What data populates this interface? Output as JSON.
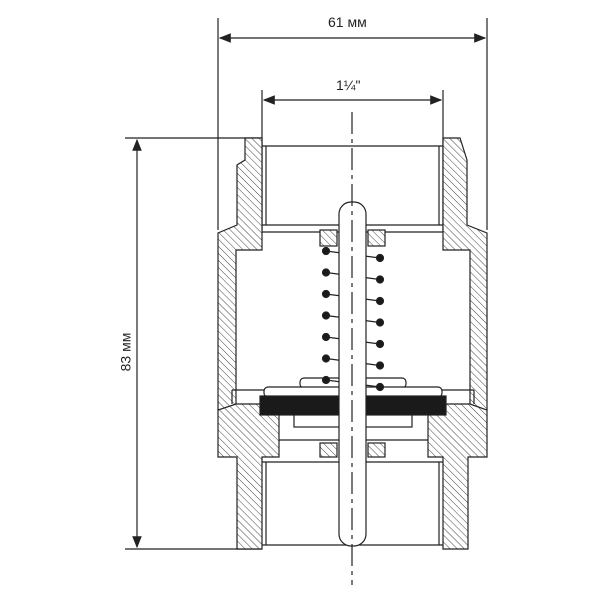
{
  "dimensions": {
    "overall_width": "61 мм",
    "thread_size": "1¼\"",
    "overall_height": "83 мм"
  },
  "colors": {
    "line": "#222222",
    "gasket": "#1a1a1a",
    "background": "#ffffff"
  }
}
